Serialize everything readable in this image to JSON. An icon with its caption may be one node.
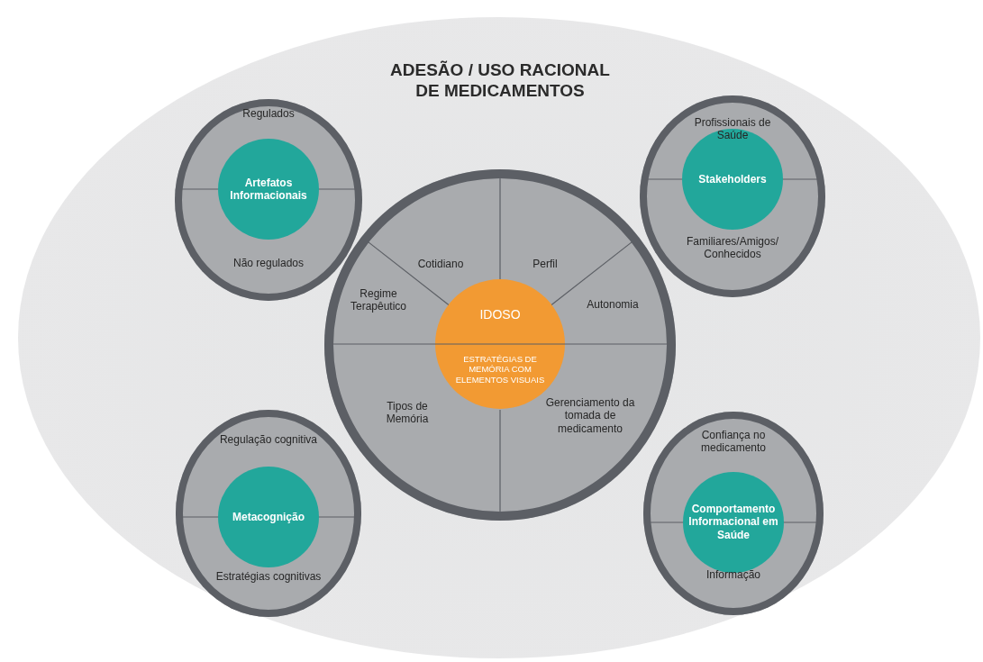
{
  "diagram": {
    "nodes": [
      {
        "text": [
          "ADESÃO / USO RACIONAL DE MEDICAMENTOS"
        ]
      },
      {
        "text": [
          "Cotidiano",
          "Perfil",
          "Regime Terapêutico",
          "Autonomia",
          "Tipos de Memória",
          "Gerenciamento da tomada de medicamento"
        ],
        "in": 0
      },
      {
        "text": [
          "IDOSO",
          "ESTRATÉGIAS DE MEMÓRIA COM ELEMENTOS VISUAIS"
        ],
        "in": 1
      },
      {
        "text": [
          "Regulados",
          "Não regulados"
        ],
        "in": 0
      },
      {
        "text": [
          "Artefatos Informacionais"
        ],
        "in": 3
      },
      {
        "text": [
          "Profissionais de Saúde",
          "Familiares/Amigos/ Conhecidos"
        ],
        "in": 0
      },
      {
        "text": [
          "Stakeholders"
        ],
        "in": 5
      },
      {
        "text": [
          "Regulação cognitiva",
          "Estratégias cognitivas"
        ],
        "in": 0
      },
      {
        "text": [
          "Metacognição"
        ],
        "in": 7
      },
      {
        "text": [
          "Confiança no medicamento",
          "Informação"
        ],
        "in": 0
      },
      {
        "text": [
          "Comportamento Informacional em Saúde"
        ],
        "in": 9
      }
    ]
  }
}
